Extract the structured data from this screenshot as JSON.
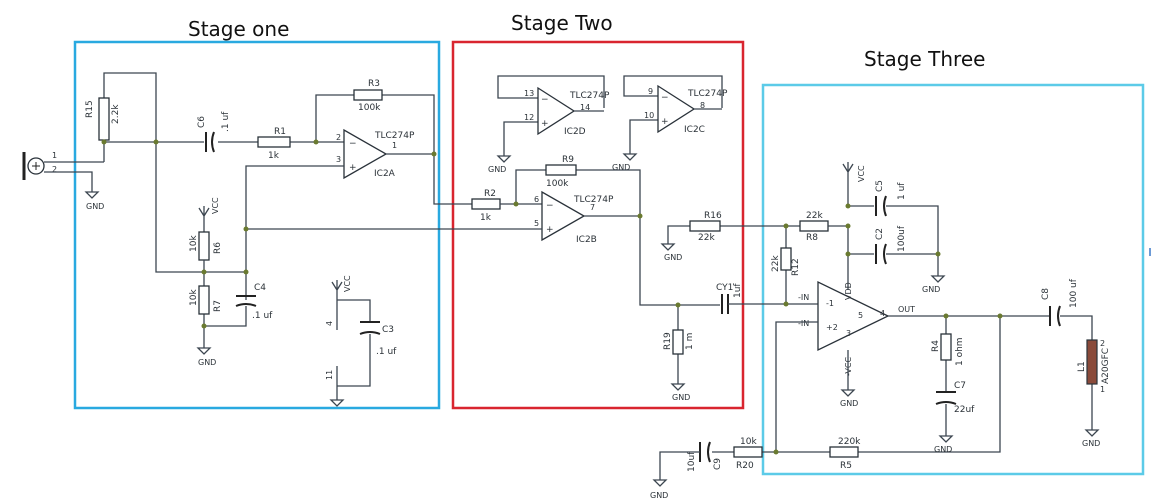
{
  "stages": {
    "one": {
      "title": "Stage one",
      "color": "#29a9e0"
    },
    "two": {
      "title": "Stage Two",
      "color": "#d9252f"
    },
    "three": {
      "title": "Stage Three",
      "color": "#5ccbe8"
    }
  },
  "labels": {
    "r15": "R15",
    "r15_val": "2.2k",
    "c6": "C6",
    "c6_val": ".1 uf",
    "r1": "R1",
    "r1_val": "1k",
    "r3": "R3",
    "r3_val": "100k",
    "ic2a_part": "TLC274P",
    "ic2a": "IC2A",
    "ic2a_pin1": "1",
    "ic2a_pin2": "2",
    "ic2a_pin3": "3",
    "jack_pin1": "1",
    "jack_pin2": "2",
    "gnd": "GND",
    "vcc": "VCC",
    "r6": "R6",
    "r6_val": "10k",
    "r7": "R7",
    "r7_val": "10k",
    "c4": "C4",
    "c4_val": ".1 uf",
    "c3": "C3",
    "c3_val": ".1 uf",
    "pin4": "4",
    "pin11": "11",
    "ic2d_part": "TLC274P",
    "ic2d": "IC2D",
    "ic2d_p13": "13",
    "ic2d_p12": "12",
    "ic2d_p14": "14",
    "ic2c_part": "TLC274P",
    "ic2c": "IC2C",
    "ic2c_p9": "9",
    "ic2c_p10": "10",
    "ic2c_p8": "8",
    "r9": "R9",
    "r9_val": "100k",
    "r2": "R2",
    "r2_val": "1k",
    "ic2b_part": "TLC274P",
    "ic2b": "IC2B",
    "ic2b_p6": "6",
    "ic2b_p5": "5",
    "ic2b_p7": "7",
    "r16": "R16",
    "r16_val": "22k",
    "cy1": "CY1",
    "cy1_val": "1uf",
    "r19": "R19",
    "r19_val": "1 m",
    "r8": "R8",
    "r8_val": "22k",
    "c5": "C5",
    "c5_val": "1 uf",
    "c2": "C2",
    "c2_val": "100uf",
    "r12": "R12",
    "r12_val": "22k",
    "amp_in_neg": "-IN",
    "amp_in_pos": "-IN",
    "amp_minus": "-1",
    "amp_plus": "+2",
    "amp_vdd": "VDD",
    "amp_vcc": "-VCC",
    "amp_out": "OUT",
    "amp_p4": "4",
    "amp_p3": "3",
    "amp_p5": "5",
    "r4": "R4",
    "r4_val": "1 ohm",
    "c7": "C7",
    "c7_val": "22uf",
    "c8": "C8",
    "c8_val": "100 uf",
    "l1": "L1",
    "l1_val": "A20GFC",
    "l1_p1": "1",
    "l1_p2": "2",
    "c9": "C9",
    "c9_val": "10uf",
    "r20": "R20",
    "r20_val": "10k",
    "r5": "R5",
    "r5_val": "220k"
  }
}
